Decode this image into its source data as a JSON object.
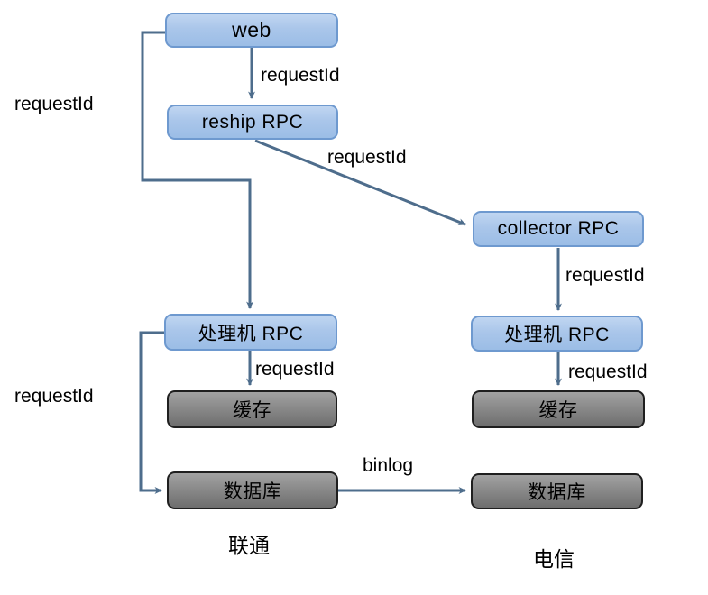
{
  "diagram": {
    "nodes": {
      "web": {
        "label": "web",
        "style": "blue"
      },
      "reship_rpc": {
        "label": "reship RPC",
        "style": "blue"
      },
      "collector_rpc": {
        "label": "collector RPC",
        "style": "blue"
      },
      "processor_rpc_left": {
        "label": "处理机 RPC",
        "style": "blue"
      },
      "processor_rpc_right": {
        "label": "处理机 RPC",
        "style": "blue"
      },
      "cache_left": {
        "label": "缓存",
        "style": "gray"
      },
      "cache_right": {
        "label": "缓存",
        "style": "gray"
      },
      "database_left": {
        "label": "数据库",
        "style": "gray"
      },
      "database_right": {
        "label": "数据库",
        "style": "gray"
      }
    },
    "edges": [
      {
        "from": "web",
        "to": "reship_rpc",
        "label": "requestId"
      },
      {
        "from": "web",
        "to": "processor_rpc_left",
        "label": "requestId"
      },
      {
        "from": "reship_rpc",
        "to": "collector_rpc",
        "label": "requestId"
      },
      {
        "from": "collector_rpc",
        "to": "processor_rpc_right",
        "label": "requestId"
      },
      {
        "from": "processor_rpc_left",
        "to": "cache_left",
        "label": "requestId"
      },
      {
        "from": "processor_rpc_right",
        "to": "cache_right",
        "label": "requestId"
      },
      {
        "from": "processor_rpc_left",
        "to": "database_left",
        "label": "requestId"
      },
      {
        "from": "database_left",
        "to": "database_right",
        "label": "binlog"
      }
    ],
    "zones": {
      "left": "联通",
      "right": "电信"
    },
    "colors": {
      "node_blue_fill_top": "#c0d6f1",
      "node_blue_fill_bottom": "#9bbde6",
      "node_blue_border": "#6e99cf",
      "node_gray_fill_top": "#a2a2a2",
      "node_gray_fill_bottom": "#6e6e6e",
      "node_gray_border": "#1f1f1f",
      "connector": "#4e6d8c",
      "text": "#000000",
      "background": "#ffffff"
    }
  }
}
